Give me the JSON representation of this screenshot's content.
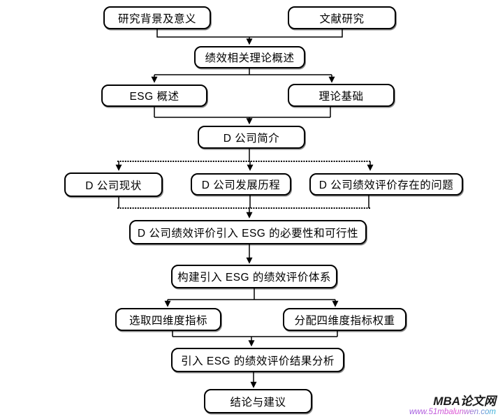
{
  "flowchart": {
    "nodes": {
      "research_background": "研究背景及意义",
      "literature_research": "文献研究",
      "performance_theory_overview": "绩效相关理论概述",
      "esg_overview": "ESG 概述",
      "theoretical_basis": "理论基础",
      "company_intro": "D 公司简介",
      "company_status": "D 公司现状",
      "company_history": "D 公司发展历程",
      "company_problems": "D 公司绩效评价存在的问题",
      "necessity_feasibility": "D 公司绩效评价引入 ESG 的必要性和可行性",
      "build_system": "构建引入 ESG 的绩效评价体系",
      "select_indicators": "选取四维度指标",
      "assign_weights": "分配四维度指标权重",
      "result_analysis": "引入 ESG 的绩效评价结果分析",
      "conclusion": "结论与建议"
    },
    "edges": [
      {
        "from": [
          "research_background",
          "literature_research"
        ],
        "to": "performance_theory_overview",
        "style": "solid"
      },
      {
        "from": "performance_theory_overview",
        "to": [
          "esg_overview",
          "theoretical_basis"
        ],
        "style": "solid"
      },
      {
        "from": [
          "esg_overview",
          "theoretical_basis"
        ],
        "to": "company_intro",
        "style": "solid"
      },
      {
        "from": "company_intro",
        "to": [
          "company_status",
          "company_history",
          "company_problems"
        ],
        "style": "dotted"
      },
      {
        "from": [
          "company_status",
          "company_history",
          "company_problems"
        ],
        "to": "necessity_feasibility",
        "style": "dotted"
      },
      {
        "from": "necessity_feasibility",
        "to": "build_system",
        "style": "solid"
      },
      {
        "from": "build_system",
        "to": [
          "select_indicators",
          "assign_weights"
        ],
        "style": "solid"
      },
      {
        "from": [
          "select_indicators",
          "assign_weights"
        ],
        "to": "result_analysis",
        "style": "solid"
      },
      {
        "from": "result_analysis",
        "to": "conclusion",
        "style": "solid"
      }
    ]
  },
  "colors": {
    "line": "#000000",
    "box_border": "#000000",
    "box_fill": "#ffffff",
    "watermark_name": "#1a1a1a",
    "watermark_url_gradient": [
      "#9b59e0",
      "#e14fd2",
      "#2fb6d8"
    ]
  },
  "watermark": {
    "site_name": "MBA论文网",
    "site_url": "www.51mbalunwen.com"
  }
}
